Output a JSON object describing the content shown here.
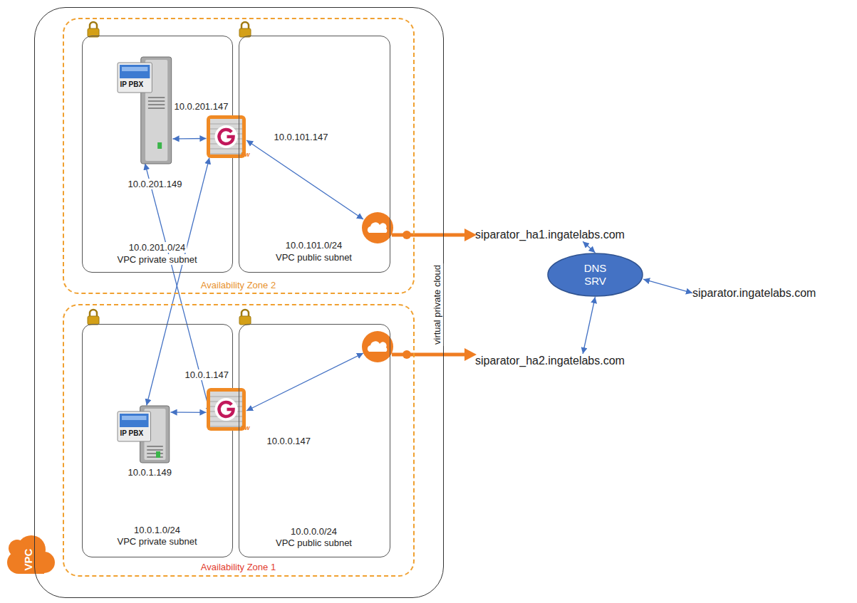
{
  "diagram": {
    "nodes": [
      {
        "text": [
          "virtual private cloud"
        ]
      },
      {
        "text": [
          "Availability Zone 2"
        ],
        "in": 0
      },
      {
        "text": [
          "10.0.201.0/24",
          "VPC private subnet"
        ],
        "in": 1
      },
      {
        "text": [
          "IP PBX",
          "10.0.201.149"
        ],
        "in": 2
      },
      {
        "text": [
          "10.0.201.147",
          "10.0.101.147"
        ],
        "in": 1
      },
      {
        "text": [
          "10.0.101.0/24",
          "VPC public subnet"
        ],
        "in": 1
      },
      {
        "text": [
          "Availability Zone 1"
        ],
        "in": 0
      },
      {
        "text": [
          "10.0.1.0/24",
          "VPC private subnet"
        ],
        "in": 6
      },
      {
        "text": [
          "IP PBX",
          "10.0.1.149"
        ],
        "in": 7
      },
      {
        "text": [
          "10.0.1.147",
          "10.0.0.147"
        ],
        "in": 6
      },
      {
        "text": [
          "10.0.0.0/24",
          "VPC public subnet"
        ],
        "in": 6
      },
      {
        "text": [
          "siparator_ha1.ingatelabs.com"
        ]
      },
      {
        "text": [
          "DNS SRV"
        ]
      },
      {
        "text": [
          "siparator.ingatelabs.com"
        ]
      },
      {
        "text": [
          "siparator_ha2.ingatelabs.com"
        ]
      }
    ],
    "edges": [
      {
        "from": 3,
        "to": 4,
        "arrow": "both"
      },
      {
        "from": 4,
        "to": 8,
        "arrow": "both"
      },
      {
        "from": 3,
        "to": 9,
        "arrow": "both"
      },
      {
        "from": 8,
        "to": 9,
        "arrow": "both"
      },
      {
        "from": 12,
        "to": 11,
        "arrow": "both"
      },
      {
        "from": 12,
        "to": 14,
        "arrow": "both"
      },
      {
        "from": 12,
        "to": 13,
        "arrow": "both"
      }
    ],
    "labels": [
      "VPC",
      "Fw",
      "Fw"
    ]
  }
}
